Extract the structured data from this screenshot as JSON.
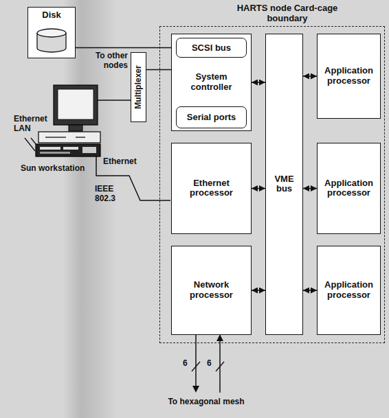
{
  "diagram": {
    "nodes": [
      {
        "text": [
          "Disk"
        ]
      },
      {
        "text": [
          "HARTS node Card-cage boundary"
        ]
      },
      {
        "text": [
          "System controller"
        ],
        "in": 1
      },
      {
        "text": [
          "SCSI bus"
        ],
        "in": 2
      },
      {
        "text": [
          "Serial ports"
        ],
        "in": 2
      },
      {
        "text": [
          "Multiplexer"
        ]
      },
      {
        "text": [
          "VME bus"
        ],
        "in": 1
      },
      {
        "text": [
          "Application processor"
        ],
        "in": 1
      },
      {
        "text": [
          "Ethernet processor"
        ],
        "in": 1
      },
      {
        "text": [
          "Application processor"
        ],
        "in": 1
      },
      {
        "text": [
          "Network processor"
        ],
        "in": 1
      },
      {
        "text": [
          "Application processor"
        ],
        "in": 1
      }
    ],
    "edges": [
      {
        "from": 0,
        "to": 3,
        "arrow": "none"
      },
      {
        "from": 5,
        "to": 2,
        "arrow": "none"
      },
      {
        "from": 2,
        "to": 6,
        "arrow": "both"
      },
      {
        "from": 6,
        "to": 7,
        "arrow": "both"
      },
      {
        "from": 8,
        "to": 6,
        "arrow": "both"
      },
      {
        "from": 6,
        "to": 9,
        "arrow": "both"
      },
      {
        "from": 10,
        "to": 6,
        "arrow": "both"
      },
      {
        "from": 6,
        "to": 11,
        "arrow": "both"
      }
    ],
    "labels": [
      "To other nodes",
      "Ethernet LAN",
      "Ethernet",
      "Sun workstation",
      "IEEE 802.3",
      "6",
      "6",
      "To hexagonal mesh"
    ]
  }
}
